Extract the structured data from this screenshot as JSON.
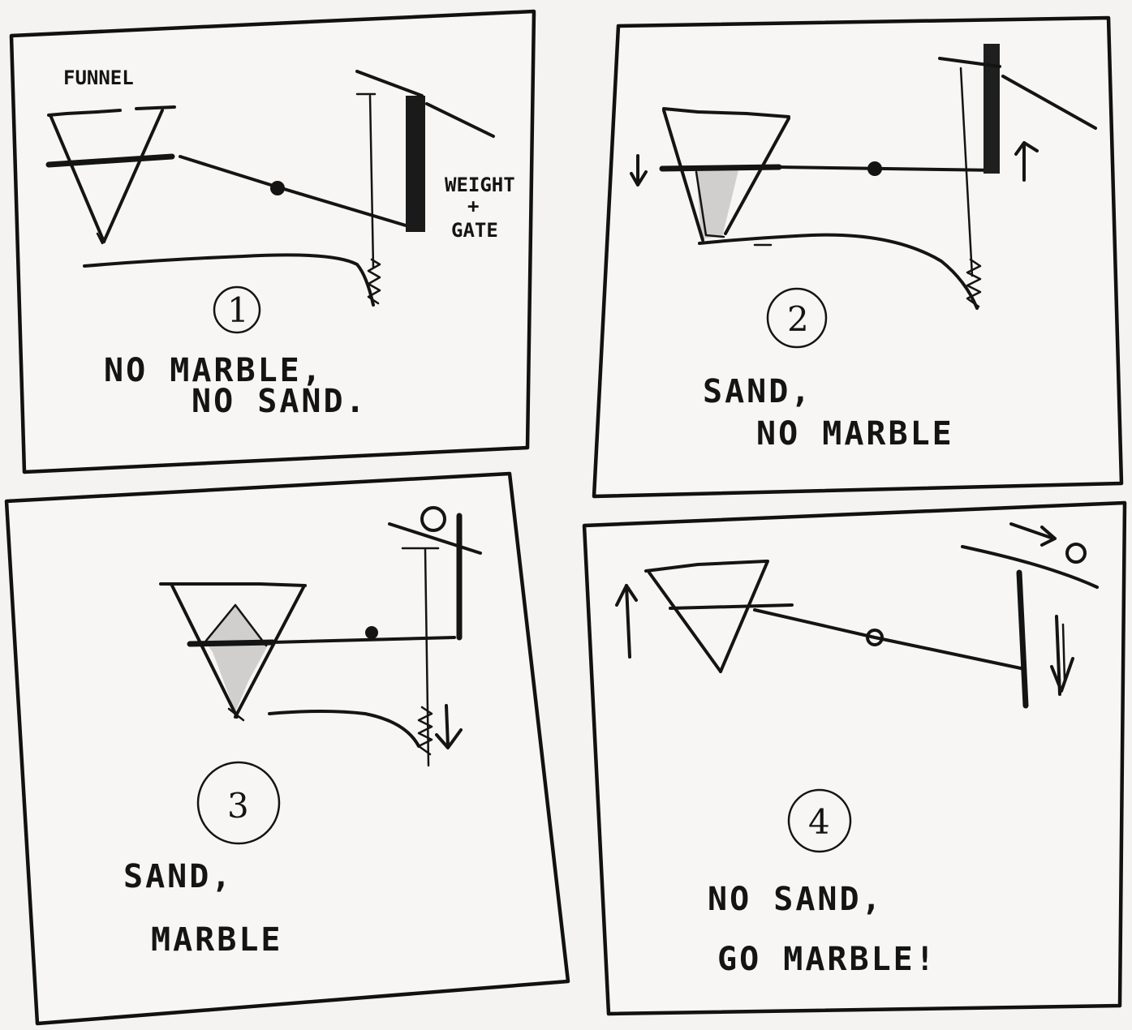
{
  "panels": [
    {
      "number": "1",
      "caption_line1": "NO MARBLE,",
      "caption_line2": "NO SAND.",
      "label_top": "FUNNEL",
      "label_side_1": "WEIGHT",
      "label_side_2": "+",
      "label_side_3": "GATE"
    },
    {
      "number": "2",
      "caption_line1": "SAND,",
      "caption_line2": "NO MARBLE"
    },
    {
      "number": "3",
      "caption_line1": "SAND,",
      "caption_line2": "MARBLE"
    },
    {
      "number": "4",
      "caption_line1": "NO SAND,",
      "caption_line2": "GO MARBLE!"
    }
  ]
}
